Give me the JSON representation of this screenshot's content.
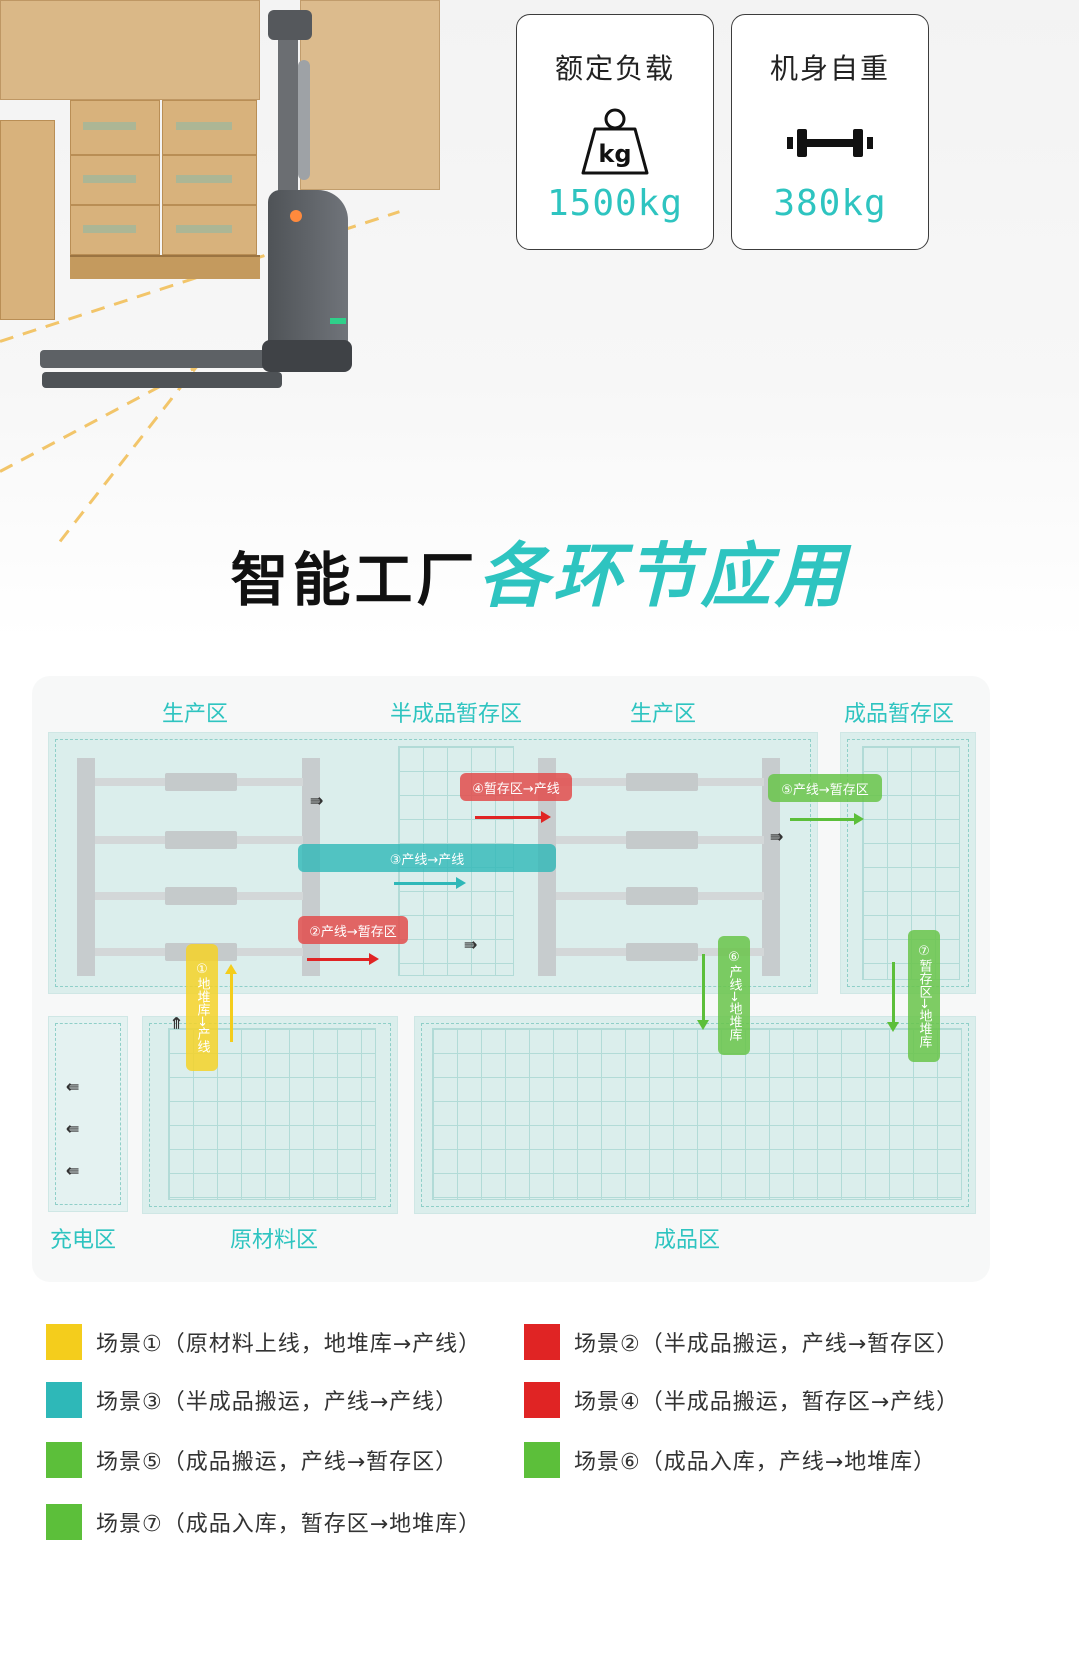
{
  "specs": {
    "load": {
      "title": "额定负载",
      "value": "1500kg",
      "icon": "kg-weight-icon"
    },
    "weight": {
      "title": "机身自重",
      "value": "380kg",
      "icon": "dumbbell-icon"
    }
  },
  "headline": {
    "black": "智能工厂",
    "teal": "各环节应用"
  },
  "map": {
    "zones": {
      "production_left": "生产区",
      "semi_storage": "半成品暂存区",
      "production_right": "生产区",
      "finished_storage": "成品暂存区",
      "charging": "充电区",
      "raw_material": "原材料区",
      "finished": "成品区"
    },
    "tags": {
      "s1": "①地堆库→产线",
      "s2": "②产线→暂存区",
      "s3": "③产线→产线",
      "s4": "④暂存区→产线",
      "s5": "⑤产线→暂存区",
      "s6": "⑥产线→地堆库",
      "s7": "⑦暂存区→地堆库"
    },
    "colors": {
      "yellow": "#f4cd1c",
      "red": "#e02424",
      "teal": "#2eb8b8",
      "green": "#5cbf3a"
    }
  },
  "legend": [
    {
      "text": "场景①（原材料上线，地堆库→产线）",
      "color": "#f4cd1c"
    },
    {
      "text": "场景②（半成品搬运，产线→暂存区）",
      "color": "#e02424"
    },
    {
      "text": "场景③（半成品搬运，产线→产线）",
      "color": "#2eb8b8"
    },
    {
      "text": "场景④（半成品搬运，暂存区→产线）",
      "color": "#e02424"
    },
    {
      "text": "场景⑤（成品搬运，产线→暂存区）",
      "color": "#5cbf3a"
    },
    {
      "text": "场景⑥（成品入库，产线→地堆库）",
      "color": "#5cbf3a"
    },
    {
      "text": "场景⑦（成品入库，暂存区→地堆库）",
      "color": "#5cbf3a"
    }
  ]
}
